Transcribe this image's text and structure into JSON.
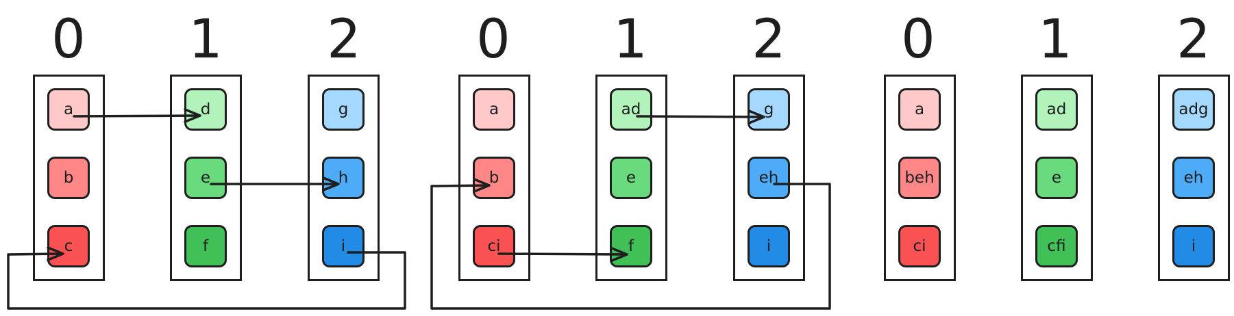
{
  "colors": {
    "stroke": "#1e1e1e",
    "red_light": "#ffc9c9",
    "red_mid": "#ff8787",
    "red_dark": "#fa5252",
    "green_light": "#b2f2bb",
    "green_mid": "#69db7c",
    "green_dark": "#40c057",
    "blue_light": "#a5d8ff",
    "blue_mid": "#4dabf7",
    "blue_dark": "#228be6"
  },
  "panels": [
    {
      "columns": [
        {
          "index": "0",
          "cells": [
            {
              "label": "a",
              "color": "#ffc9c9"
            },
            {
              "label": "b",
              "color": "#ff8787"
            },
            {
              "label": "c",
              "color": "#fa5252"
            }
          ]
        },
        {
          "index": "1",
          "cells": [
            {
              "label": "d",
              "color": "#b2f2bb"
            },
            {
              "label": "e",
              "color": "#69db7c"
            },
            {
              "label": "f",
              "color": "#40c057"
            }
          ]
        },
        {
          "index": "2",
          "cells": [
            {
              "label": "g",
              "color": "#a5d8ff"
            },
            {
              "label": "h",
              "color": "#4dabf7"
            },
            {
              "label": "i",
              "color": "#228be6"
            }
          ]
        }
      ]
    },
    {
      "columns": [
        {
          "index": "0",
          "cells": [
            {
              "label": "a",
              "color": "#ffc9c9"
            },
            {
              "label": "b",
              "color": "#ff8787"
            },
            {
              "label": "ci",
              "color": "#fa5252"
            }
          ]
        },
        {
          "index": "1",
          "cells": [
            {
              "label": "ad",
              "color": "#b2f2bb"
            },
            {
              "label": "e",
              "color": "#69db7c"
            },
            {
              "label": "f",
              "color": "#40c057"
            }
          ]
        },
        {
          "index": "2",
          "cells": [
            {
              "label": "g",
              "color": "#a5d8ff"
            },
            {
              "label": "eh",
              "color": "#4dabf7"
            },
            {
              "label": "i",
              "color": "#228be6"
            }
          ]
        }
      ]
    },
    {
      "columns": [
        {
          "index": "0",
          "cells": [
            {
              "label": "a",
              "color": "#ffc9c9"
            },
            {
              "label": "beh",
              "color": "#ff8787"
            },
            {
              "label": "ci",
              "color": "#fa5252"
            }
          ]
        },
        {
          "index": "1",
          "cells": [
            {
              "label": "ad",
              "color": "#b2f2bb"
            },
            {
              "label": "e",
              "color": "#69db7c"
            },
            {
              "label": "cfi",
              "color": "#40c057"
            }
          ]
        },
        {
          "index": "2",
          "cells": [
            {
              "label": "adg",
              "color": "#a5d8ff"
            },
            {
              "label": "eh",
              "color": "#4dabf7"
            },
            {
              "label": "i",
              "color": "#228be6"
            }
          ]
        }
      ]
    }
  ]
}
